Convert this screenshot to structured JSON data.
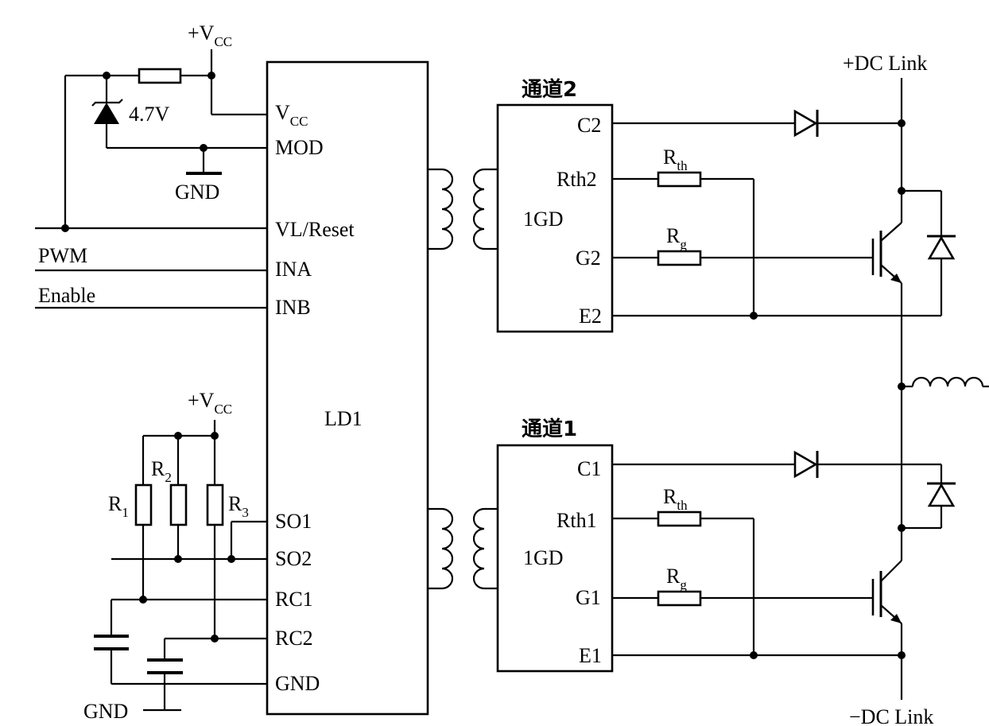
{
  "supply": {
    "vcc_base": "+V",
    "vcc_sub": "CC"
  },
  "zener": {
    "label": "4.7V"
  },
  "gnd": {
    "label": "GND"
  },
  "inputs": {
    "pwm": "PWM",
    "enable": "Enable"
  },
  "driver": {
    "name": "LD1",
    "pin_vcc_base": "V",
    "pin_vcc_sub": "CC",
    "pins": [
      "MOD",
      "VL/Reset",
      "INA",
      "INB",
      "SO1",
      "SO2",
      "RC1",
      "RC2",
      "GND"
    ]
  },
  "resistors": {
    "r1_base": "R",
    "r1_sub": "1",
    "r2_base": "R",
    "r2_sub": "2",
    "r3_base": "R",
    "r3_sub": "3",
    "rth_base": "R",
    "rth_sub": "th",
    "rg_base": "R",
    "rg_sub": "g"
  },
  "channel2": {
    "title": "通道2",
    "name": "1GD",
    "pins": [
      "C2",
      "Rth2",
      "G2",
      "E2"
    ]
  },
  "channel1": {
    "title": "通道1",
    "name": "1GD",
    "pins": [
      "C1",
      "Rth1",
      "G1",
      "E1"
    ]
  },
  "dc_link": {
    "positive": "+DC Link",
    "negative": "−DC Link"
  }
}
